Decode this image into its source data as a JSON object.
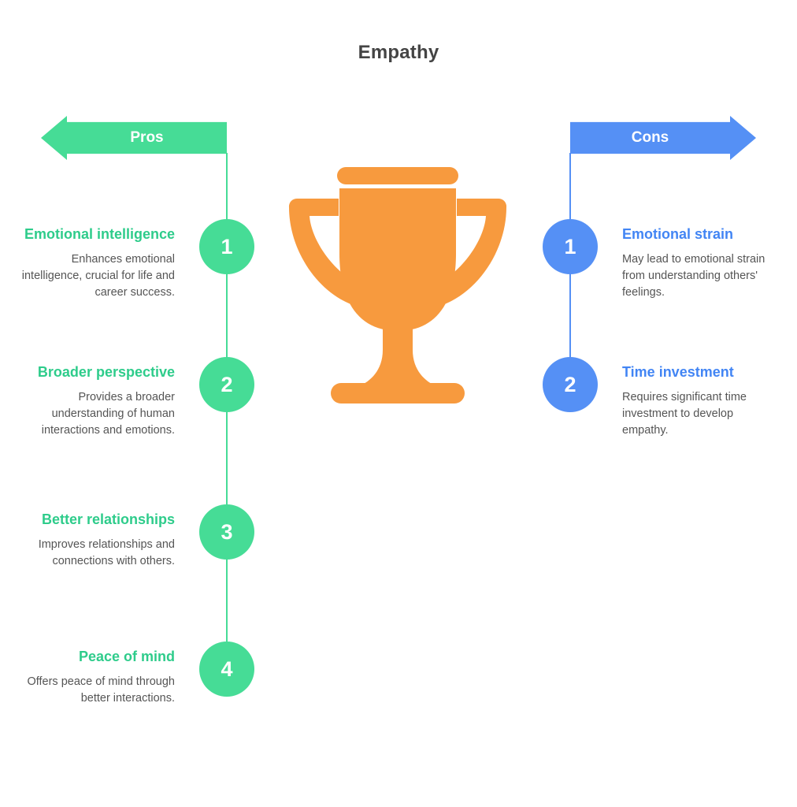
{
  "title": "Empathy",
  "colors": {
    "pros": "#46DC96",
    "pros_text": "#2ECC8B",
    "cons": "#5590F5",
    "cons_text": "#4285F4",
    "trophy": "#F79A3E",
    "title_text": "#444444",
    "body_text": "#555555",
    "background": "#FFFFFF"
  },
  "pros": {
    "header_label": "Pros",
    "items": [
      {
        "number": "1",
        "heading": "Emotional intelligence",
        "description": "Enhances emotional intelligence, crucial for life and career success."
      },
      {
        "number": "2",
        "heading": "Broader perspective",
        "description": "Provides a broader understanding of human interactions and emotions."
      },
      {
        "number": "3",
        "heading": "Better relationships",
        "description": "Improves relationships and connections with others."
      },
      {
        "number": "4",
        "heading": "Peace of mind",
        "description": "Offers peace of mind through better interactions."
      }
    ]
  },
  "cons": {
    "header_label": "Cons",
    "items": [
      {
        "number": "1",
        "heading": "Emotional strain",
        "description": "May lead to emotional strain from understanding others' feelings."
      },
      {
        "number": "2",
        "heading": "Time investment",
        "description": "Requires significant time investment to develop empathy."
      }
    ]
  },
  "center_illustration": {
    "icon": "trophy-icon"
  }
}
